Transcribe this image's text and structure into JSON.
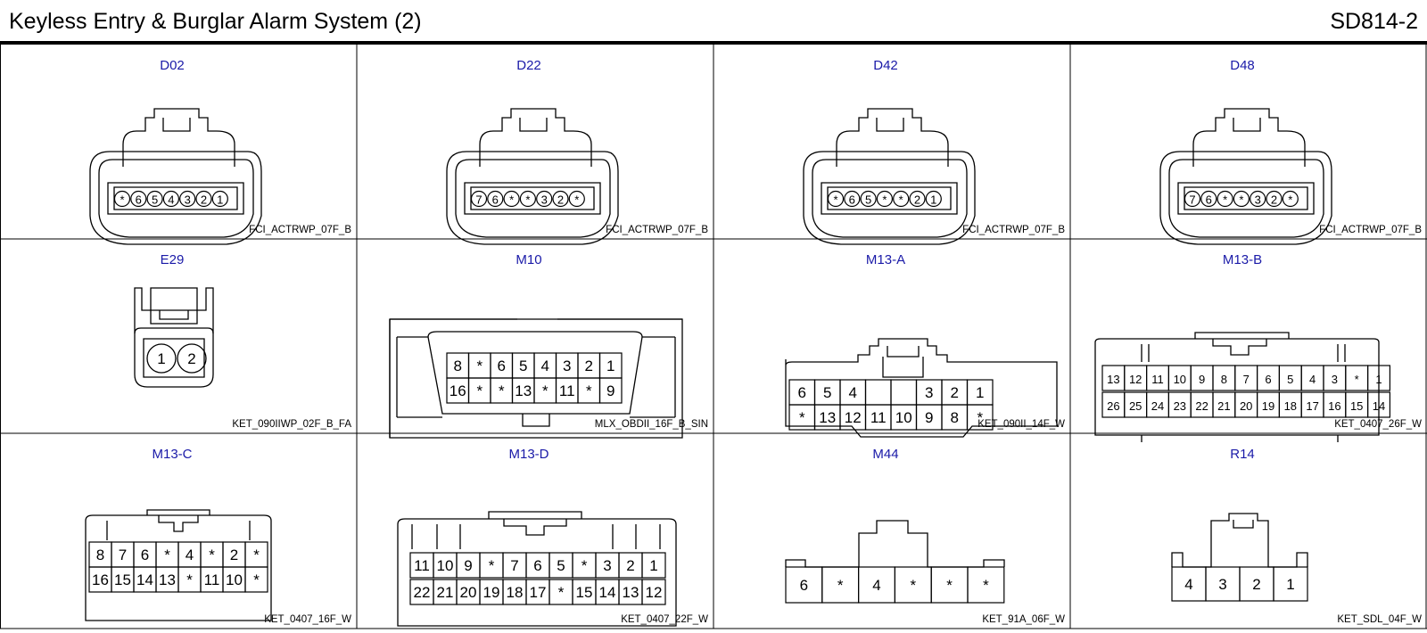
{
  "header": {
    "title": "Keyless Entry & Burglar Alarm System (2)",
    "code": "SD814-2"
  },
  "connectors": [
    {
      "name": "D02",
      "part": "FCI_ACTRWP_07F_B",
      "rows": [
        [
          "*",
          "6",
          "5",
          "4",
          "3",
          "2",
          "1"
        ]
      ]
    },
    {
      "name": "D22",
      "part": "FCI_ACTRWP_07F_B",
      "rows": [
        [
          "7",
          "6",
          "*",
          "*",
          "3",
          "2",
          "*"
        ]
      ]
    },
    {
      "name": "D42",
      "part": "FCI_ACTRWP_07F_B",
      "rows": [
        [
          "*",
          "6",
          "5",
          "*",
          "*",
          "2",
          "1"
        ]
      ]
    },
    {
      "name": "D48",
      "part": "FCI_ACTRWP_07F_B",
      "rows": [
        [
          "7",
          "6",
          "*",
          "*",
          "3",
          "2",
          "*"
        ]
      ]
    },
    {
      "name": "E29",
      "part": "KET_090IIWP_02F_B_FA",
      "rows": [
        [
          "1",
          "2"
        ]
      ]
    },
    {
      "name": "M10",
      "part": "MLX_OBDII_16F_B_SIN",
      "rows": [
        [
          "8",
          "*",
          "6",
          "5",
          "4",
          "3",
          "2",
          "1"
        ],
        [
          "16",
          "*",
          "*",
          "13",
          "*",
          "11",
          "*",
          "9"
        ]
      ]
    },
    {
      "name": "M13-A",
      "part": "KET_090II_14F_W",
      "rows": [
        [
          "6",
          "5",
          "4",
          "",
          "",
          "3",
          "2",
          "1"
        ],
        [
          "*",
          "13",
          "12",
          "11",
          "10",
          "9",
          "8",
          "*"
        ]
      ]
    },
    {
      "name": "M13-B",
      "part": "KET_0407_26F_W",
      "rows": [
        [
          "13",
          "12",
          "11",
          "10",
          "9",
          "8",
          "7",
          "6",
          "5",
          "4",
          "3",
          "*",
          "1"
        ],
        [
          "26",
          "25",
          "24",
          "23",
          "22",
          "21",
          "20",
          "19",
          "18",
          "17",
          "16",
          "15",
          "14"
        ]
      ]
    },
    {
      "name": "M13-C",
      "part": "KET_0407_16F_W",
      "rows": [
        [
          "8",
          "7",
          "6",
          "*",
          "4",
          "*",
          "2",
          "*"
        ],
        [
          "16",
          "15",
          "14",
          "13",
          "*",
          "11",
          "10",
          "*"
        ]
      ]
    },
    {
      "name": "M13-D",
      "part": "KET_0407_22F_W",
      "rows": [
        [
          "11",
          "10",
          "9",
          "*",
          "7",
          "6",
          "5",
          "*",
          "3",
          "2",
          "1"
        ],
        [
          "22",
          "21",
          "20",
          "19",
          "18",
          "17",
          "*",
          "15",
          "14",
          "13",
          "12"
        ]
      ]
    },
    {
      "name": "M44",
      "part": "KET_91A_06F_W",
      "rows": [
        [
          "6",
          "*",
          "4",
          "*",
          "*",
          "*"
        ]
      ]
    },
    {
      "name": "R14",
      "part": "KET_SDL_04F_W",
      "rows": [
        [
          "4",
          "3",
          "2",
          "1"
        ]
      ]
    }
  ]
}
